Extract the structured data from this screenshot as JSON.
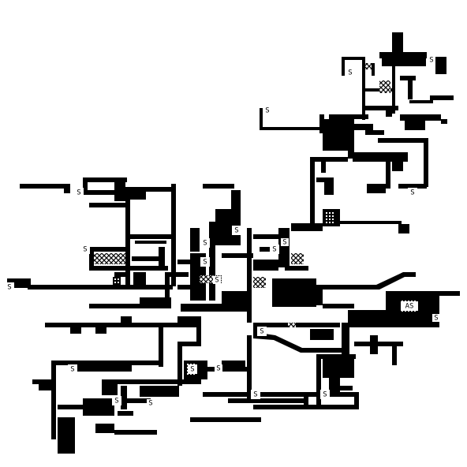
{
  "map": {
    "title": "",
    "colors": {
      "background": "#ffffff",
      "wall": "#000000",
      "hatch": "#000000"
    }
  },
  "labels": {
    "station_a": "S",
    "station_b": "S",
    "station_c": "S",
    "station_d": "S",
    "station_e": "S",
    "station_f": "S",
    "station_g": "S",
    "station_h": "S",
    "station_i": "S",
    "station_j": "S",
    "station_k": "S",
    "station_l": "S",
    "station_m": "S",
    "station_n": "S",
    "station_o": "S",
    "station_p": "S",
    "station_q": "S",
    "station_r": "AS",
    "station_s": "S",
    "station_t": "S",
    "station_u": "S",
    "station_v": "S",
    "station_w": "S"
  }
}
